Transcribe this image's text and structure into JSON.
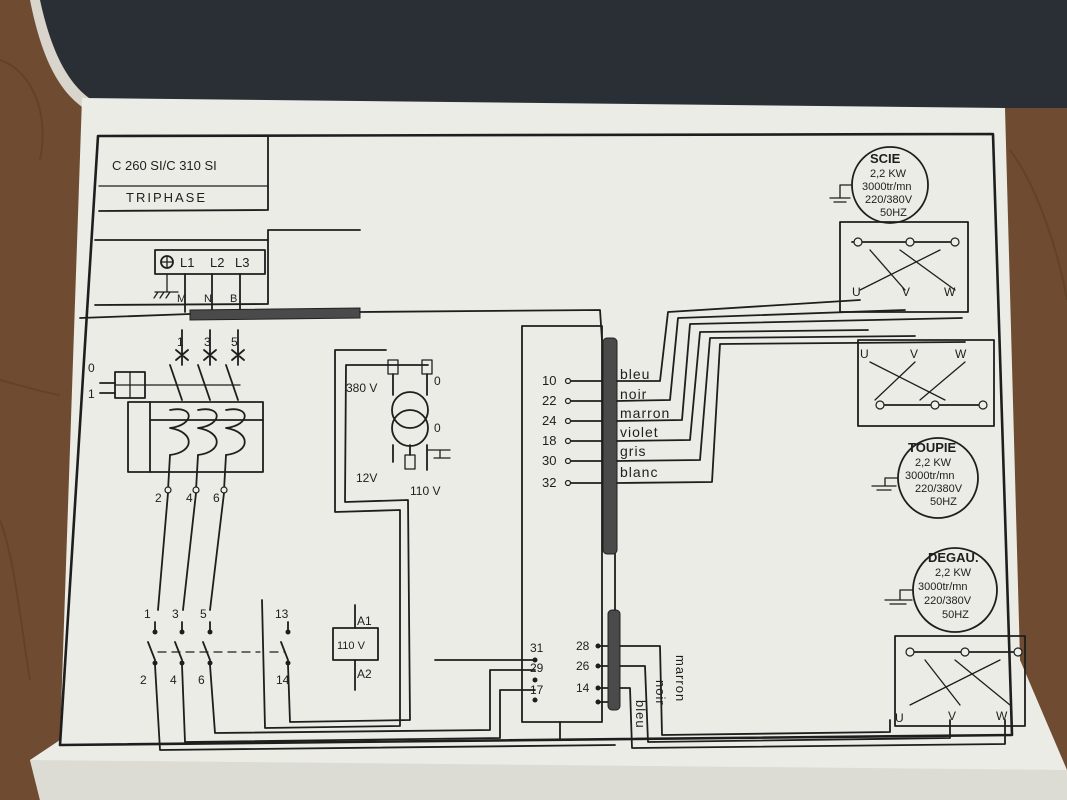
{
  "title_block": {
    "model": "C 260 SI/C 310 SI",
    "phase": "TRIPHASE"
  },
  "supply": {
    "terminals": [
      "L1",
      "L2",
      "L3"
    ],
    "wire_marks": [
      "M",
      "N",
      "B"
    ]
  },
  "main_switch": {
    "top_numbers": [
      "1",
      "3",
      "5"
    ],
    "bottom_numbers": [
      "2",
      "4",
      "6"
    ],
    "positions": [
      "0",
      "1"
    ]
  },
  "contactor": {
    "top_numbers": [
      "1",
      "3",
      "5",
      "13"
    ],
    "bottom_numbers": [
      "2",
      "4",
      "6",
      "14"
    ],
    "coil": {
      "top": "A1",
      "voltage": "110 V",
      "bottom": "A2"
    }
  },
  "transformer": {
    "primary": "380 V",
    "primary_zero": "0",
    "secondary_low": "12V",
    "secondary_zero": "0",
    "secondary_high": "110 V"
  },
  "terminal_strip": {
    "left_terminals": [
      "10",
      "22",
      "24",
      "18",
      "30",
      "32"
    ],
    "wire_colors": [
      "bleu",
      "noir",
      "marron",
      "violet",
      "gris",
      "blanc"
    ],
    "bottom_left": [
      "31",
      "29",
      "17"
    ],
    "bottom_right": [
      "28",
      "26",
      "14"
    ],
    "bottom_colors": [
      "marron",
      "noir",
      "bleu"
    ]
  },
  "motors": [
    {
      "name": "SCIE",
      "power": "2,2 KW",
      "speed": "3000tr/mn",
      "voltage": "220/380V",
      "freq": "50HZ",
      "terminals": [
        "U",
        "V",
        "W"
      ]
    },
    {
      "name": "TOUPIE",
      "power": "2,2 KW",
      "speed": "3000tr/mn",
      "voltage": "220/380V",
      "freq": "50HZ",
      "terminals": [
        "U",
        "V",
        "W"
      ]
    },
    {
      "name": "DEGAU.",
      "power": "2,2 KW",
      "speed": "3000tr/mn",
      "voltage": "220/380V",
      "freq": "50HZ",
      "terminals": [
        "U",
        "V",
        "W"
      ]
    }
  ]
}
